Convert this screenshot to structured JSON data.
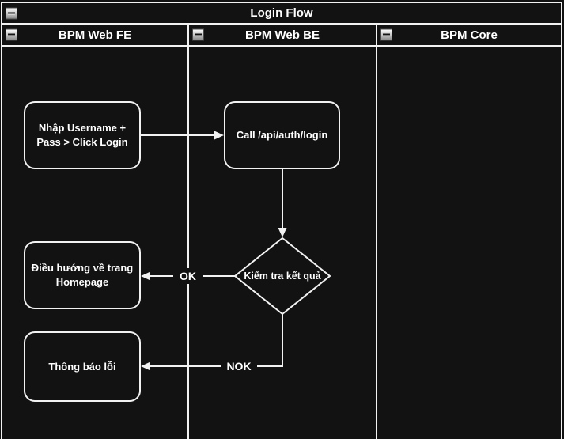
{
  "diagram": {
    "title": "Login Flow",
    "lanes": [
      {
        "label": "BPM Web FE"
      },
      {
        "label": "BPM Web BE"
      },
      {
        "label": "BPM Core"
      }
    ],
    "nodes": [
      {
        "id": "input-credentials",
        "type": "rounded-rect",
        "lane": "BPM Web FE",
        "label": "Nhập Username + Pass > Click Login"
      },
      {
        "id": "call-login-api",
        "type": "rounded-rect",
        "lane": "BPM Web BE",
        "label": "Call /api/auth/login"
      },
      {
        "id": "check-result",
        "type": "decision",
        "lane": "BPM Web BE",
        "label": "Kiểm tra kết quả"
      },
      {
        "id": "navigate-homepage",
        "type": "rounded-rect",
        "lane": "BPM Web FE",
        "label": "Điều hướng về trang Homepage"
      },
      {
        "id": "show-error",
        "type": "rounded-rect",
        "lane": "BPM Web FE",
        "label": "Thông báo lỗi"
      }
    ],
    "edges": [
      {
        "from": "input-credentials",
        "to": "call-login-api",
        "label": ""
      },
      {
        "from": "call-login-api",
        "to": "check-result",
        "label": ""
      },
      {
        "from": "check-result",
        "to": "navigate-homepage",
        "label": "OK"
      },
      {
        "from": "check-result",
        "to": "show-error",
        "label": "NOK"
      }
    ],
    "icons": {
      "collapse": "minus"
    },
    "colors": {
      "background": "#121212",
      "line": "#f2f2f2",
      "text": "#ffffff",
      "collapse_button": "#c2c2c2"
    }
  }
}
